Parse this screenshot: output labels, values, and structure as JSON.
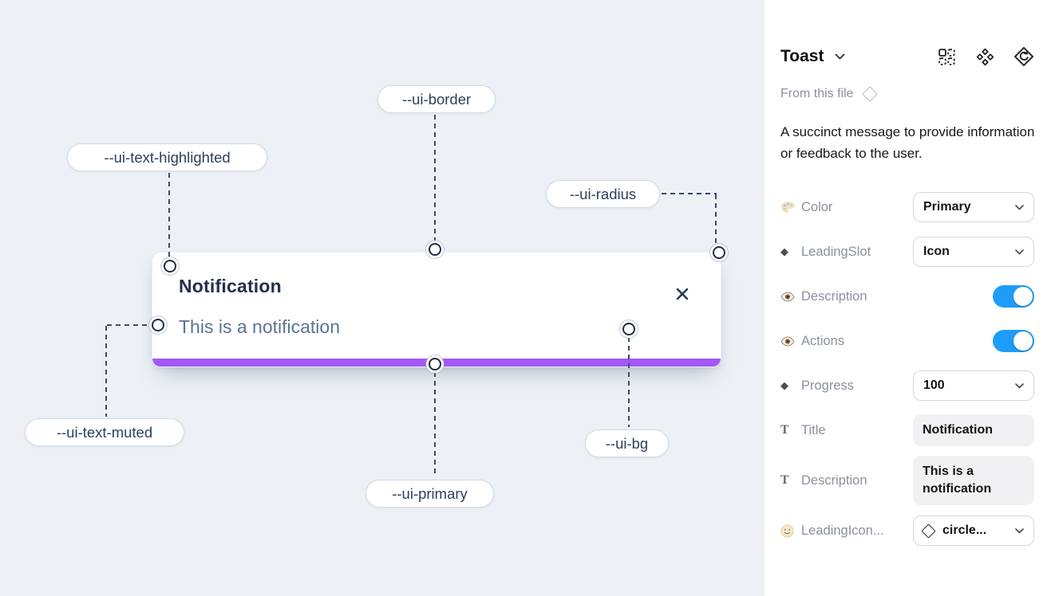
{
  "colors": {
    "canvas_bg": "#edf1f6",
    "accent_purple": "#a458f5",
    "toggle_blue": "#1f9cfa",
    "connector_navy": "#3a4a68"
  },
  "canvas": {
    "toast": {
      "title": "Notification",
      "description": "This is a notification",
      "progress_percent": 100
    },
    "token_labels": [
      {
        "text": "--ui-border"
      },
      {
        "text": "--ui-text-highlighted"
      },
      {
        "text": "--ui-radius"
      },
      {
        "text": "--ui-text-muted"
      },
      {
        "text": "--ui-primary"
      },
      {
        "text": "--ui-bg"
      }
    ]
  },
  "panel": {
    "title": "Toast",
    "header_icons": [
      "instance-grid-icon",
      "components-icon",
      "design-system-icon"
    ],
    "source_label": "From this file",
    "description": "A succinct message to provide information or feedback to the user.",
    "rows": [
      {
        "icon": "palette-icon",
        "label": "Color",
        "control": "dropdown",
        "value": "Primary"
      },
      {
        "icon": "diamond-icon",
        "icon_glyph": "◆",
        "label": "LeadingSlot",
        "control": "dropdown",
        "value": "Icon"
      },
      {
        "icon": "eye-icon",
        "label": "Description",
        "control": "toggle",
        "value": true
      },
      {
        "icon": "eye-icon",
        "label": "Actions",
        "control": "toggle",
        "value": true
      },
      {
        "icon": "diamond-icon",
        "icon_glyph": "◆",
        "label": "Progress",
        "control": "dropdown",
        "value": "100"
      },
      {
        "icon": "text-icon",
        "icon_glyph": "T",
        "label": "Title",
        "control": "textfield",
        "value": "Notification"
      },
      {
        "icon": "text-icon",
        "icon_glyph": "T",
        "label": "Description",
        "control": "textfield",
        "value": "This is a notification"
      },
      {
        "icon": "smiley-icon",
        "label": "LeadingIcon...",
        "control": "dropdown-icon",
        "value": "circle..."
      }
    ]
  }
}
